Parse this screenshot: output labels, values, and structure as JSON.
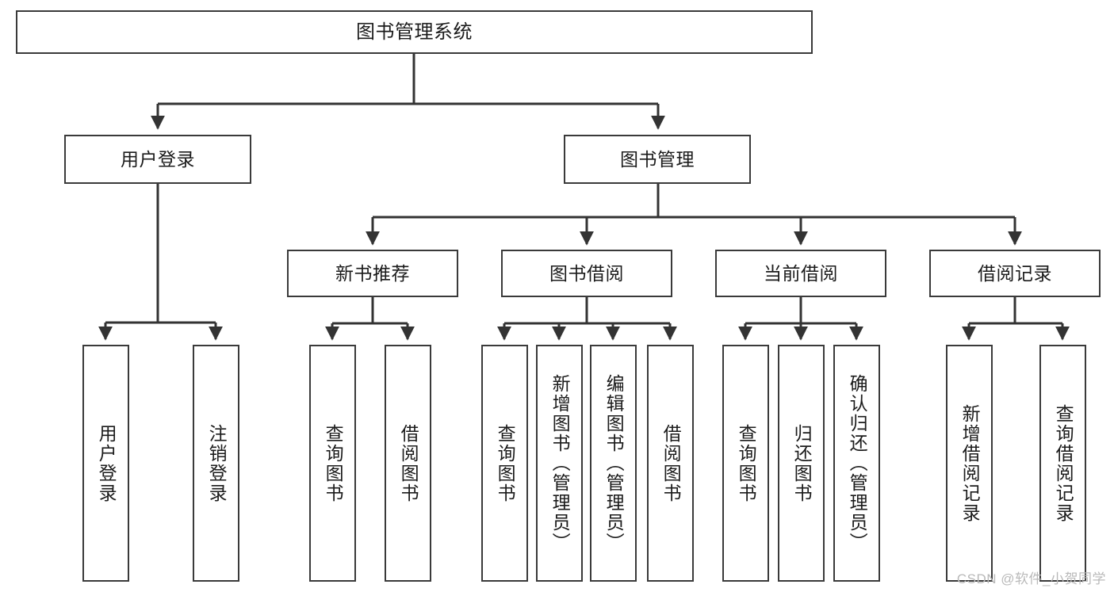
{
  "diagram": {
    "title": "图书管理系统",
    "type": "tree",
    "colors": {
      "node_border": "#3a3a3a",
      "node_fill": "#ffffff",
      "edge": "#333333",
      "text": "#1b1b1b",
      "watermark": "#b9b9b9",
      "background": "#ffffff"
    },
    "watermark": "CSDN @软件_小贺同学",
    "root": {
      "label": "图书管理系统"
    },
    "level2": [
      {
        "label": "用户登录"
      },
      {
        "label": "图书管理"
      }
    ],
    "level3": [
      {
        "label": "新书推荐"
      },
      {
        "label": "图书借阅"
      },
      {
        "label": "当前借阅"
      },
      {
        "label": "借阅记录"
      }
    ],
    "leaves": [
      {
        "label": "用户登录",
        "parent": "用户登录"
      },
      {
        "label": "注销登录",
        "parent": "用户登录"
      },
      {
        "label": "查询图书",
        "parent": "新书推荐"
      },
      {
        "label": "借阅图书",
        "parent": "新书推荐"
      },
      {
        "label": "查询图书",
        "parent": "图书借阅"
      },
      {
        "label": "新增图书（管理员）",
        "parent": "图书借阅"
      },
      {
        "label": "编辑图书（管理员）",
        "parent": "图书借阅"
      },
      {
        "label": "借阅图书",
        "parent": "图书借阅"
      },
      {
        "label": "查询图书",
        "parent": "当前借阅"
      },
      {
        "label": "归还图书",
        "parent": "当前借阅"
      },
      {
        "label": "确认归还（管理员）",
        "parent": "当前借阅"
      },
      {
        "label": "新增借阅记录",
        "parent": "借阅记录"
      },
      {
        "label": "查询借阅记录",
        "parent": "借阅记录"
      }
    ]
  }
}
